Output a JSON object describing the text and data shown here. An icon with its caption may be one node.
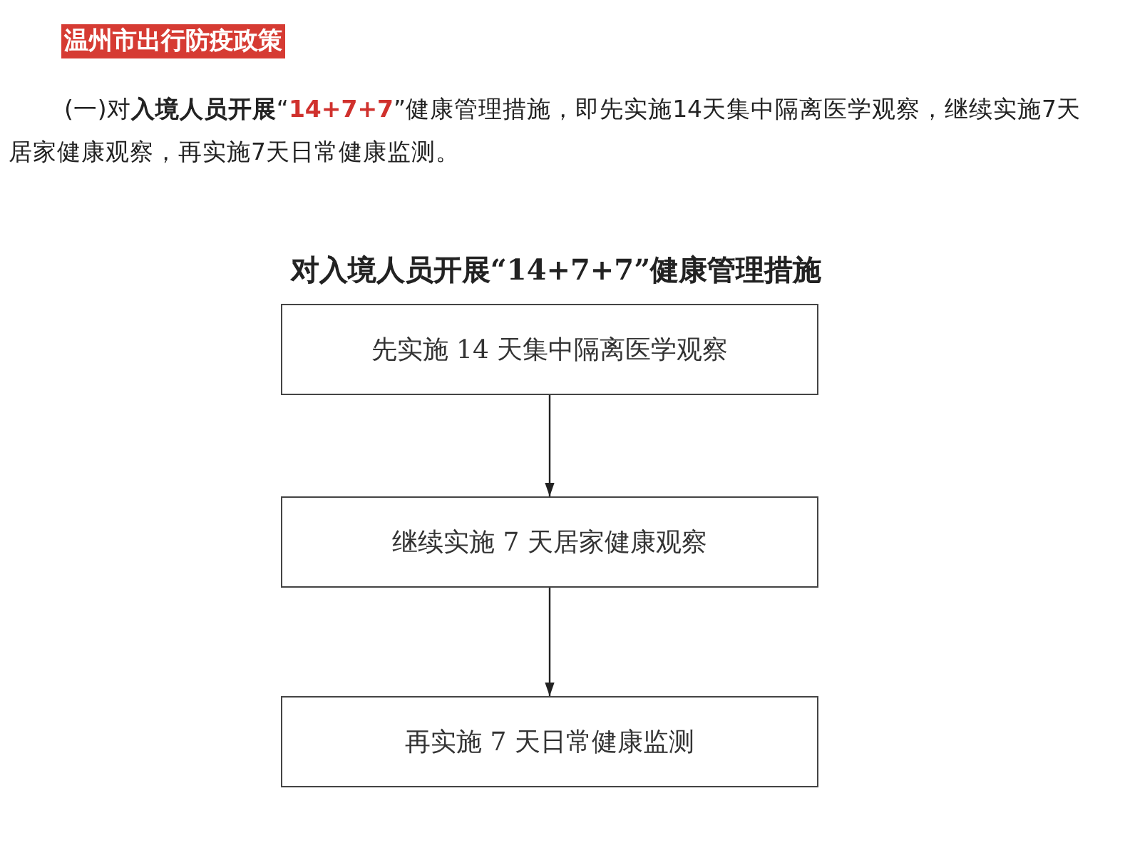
{
  "diagram": {
    "title": "对入境人员开展“14+7+7”健康管理措施",
    "nodes": [
      {
        "text": [
          "先实施 14 天集中隔离医学观察"
        ]
      },
      {
        "text": [
          "继续实施 7 天居家健康观察"
        ]
      },
      {
        "text": [
          "再实施 7 天日常健康监测"
        ]
      }
    ],
    "edges": [
      {
        "from": 0,
        "to": 1,
        "arrow": "to"
      },
      {
        "from": 1,
        "to": 2,
        "arrow": "to"
      }
    ],
    "labels": [
      "温州市出行防疫政策",
      "(一)对**入境人员开展**“**14+7+7**”健康管理措施，即先实施14天集中隔离医学观察，继续实施7天居家健康观察，再实施7天日常健康监测。"
    ]
  }
}
